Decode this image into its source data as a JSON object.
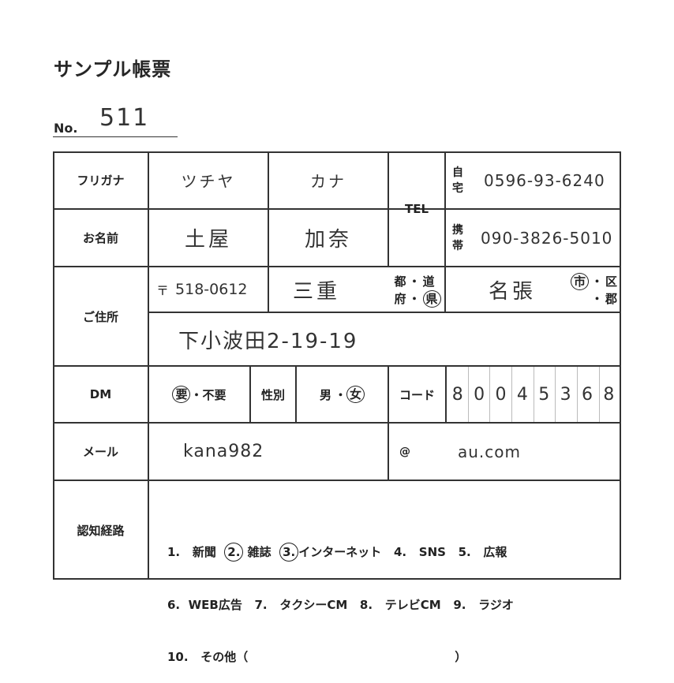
{
  "header": {
    "title": "サンプル帳票",
    "no_label": "No.",
    "no_value": "511"
  },
  "labels": {
    "furigana": "フリガナ",
    "name": "お名前",
    "tel": "TEL",
    "tel_home_1": "自",
    "tel_home_2": "宅",
    "tel_mobile_1": "携",
    "tel_mobile_2": "帯",
    "address": "ご住所",
    "dm": "DM",
    "gender": "性別",
    "code": "コード",
    "mail": "メール",
    "mail_at": "@",
    "source": "認知経路"
  },
  "values": {
    "furigana_last": "ツチヤ",
    "furigana_first": "カナ",
    "name_last": "土屋",
    "name_first": "加奈",
    "tel_home": "0596-93-6240",
    "tel_mobile": "090-3826-5010",
    "postal_mark": "〒",
    "postal_code": "518-0612",
    "prefecture": "三重",
    "city": "名張",
    "street": "下小波田2-19-19",
    "mail_user": "kana982",
    "mail_domain": "au.com"
  },
  "prefecture_type": {
    "options": [
      "都",
      "道",
      "府",
      "県"
    ],
    "selected": "県",
    "sep": "・"
  },
  "city_type": {
    "options": [
      "市",
      "区",
      "郡"
    ],
    "selected": "市",
    "sep": "・"
  },
  "dm": {
    "options": [
      "要",
      "不要"
    ],
    "selected": "要",
    "sep": "・"
  },
  "gender": {
    "options": [
      "男",
      "女"
    ],
    "selected": "女",
    "sep": "・"
  },
  "code": {
    "digits": [
      "8",
      "0",
      "0",
      "4",
      "5",
      "3",
      "6",
      "8"
    ]
  },
  "source": {
    "items": [
      {
        "num": "1.",
        "label": "新聞",
        "selected": false
      },
      {
        "num": "2.",
        "label": "雑誌",
        "selected": true
      },
      {
        "num": "3.",
        "label": "インターネット",
        "selected": true
      },
      {
        "num": "4.",
        "label": "SNS",
        "selected": false
      },
      {
        "num": "5.",
        "label": "広報",
        "selected": false
      },
      {
        "num": "6.",
        "label": "WEB広告",
        "selected": false
      },
      {
        "num": "7.",
        "label": "タクシーCM",
        "selected": false
      },
      {
        "num": "8.",
        "label": "テレビCM",
        "selected": false
      },
      {
        "num": "9.",
        "label": "ラジオ",
        "selected": false
      },
      {
        "num": "10.",
        "label": "その他",
        "selected": false
      }
    ],
    "other_open": "（",
    "other_close": "）",
    "other_value": ""
  }
}
